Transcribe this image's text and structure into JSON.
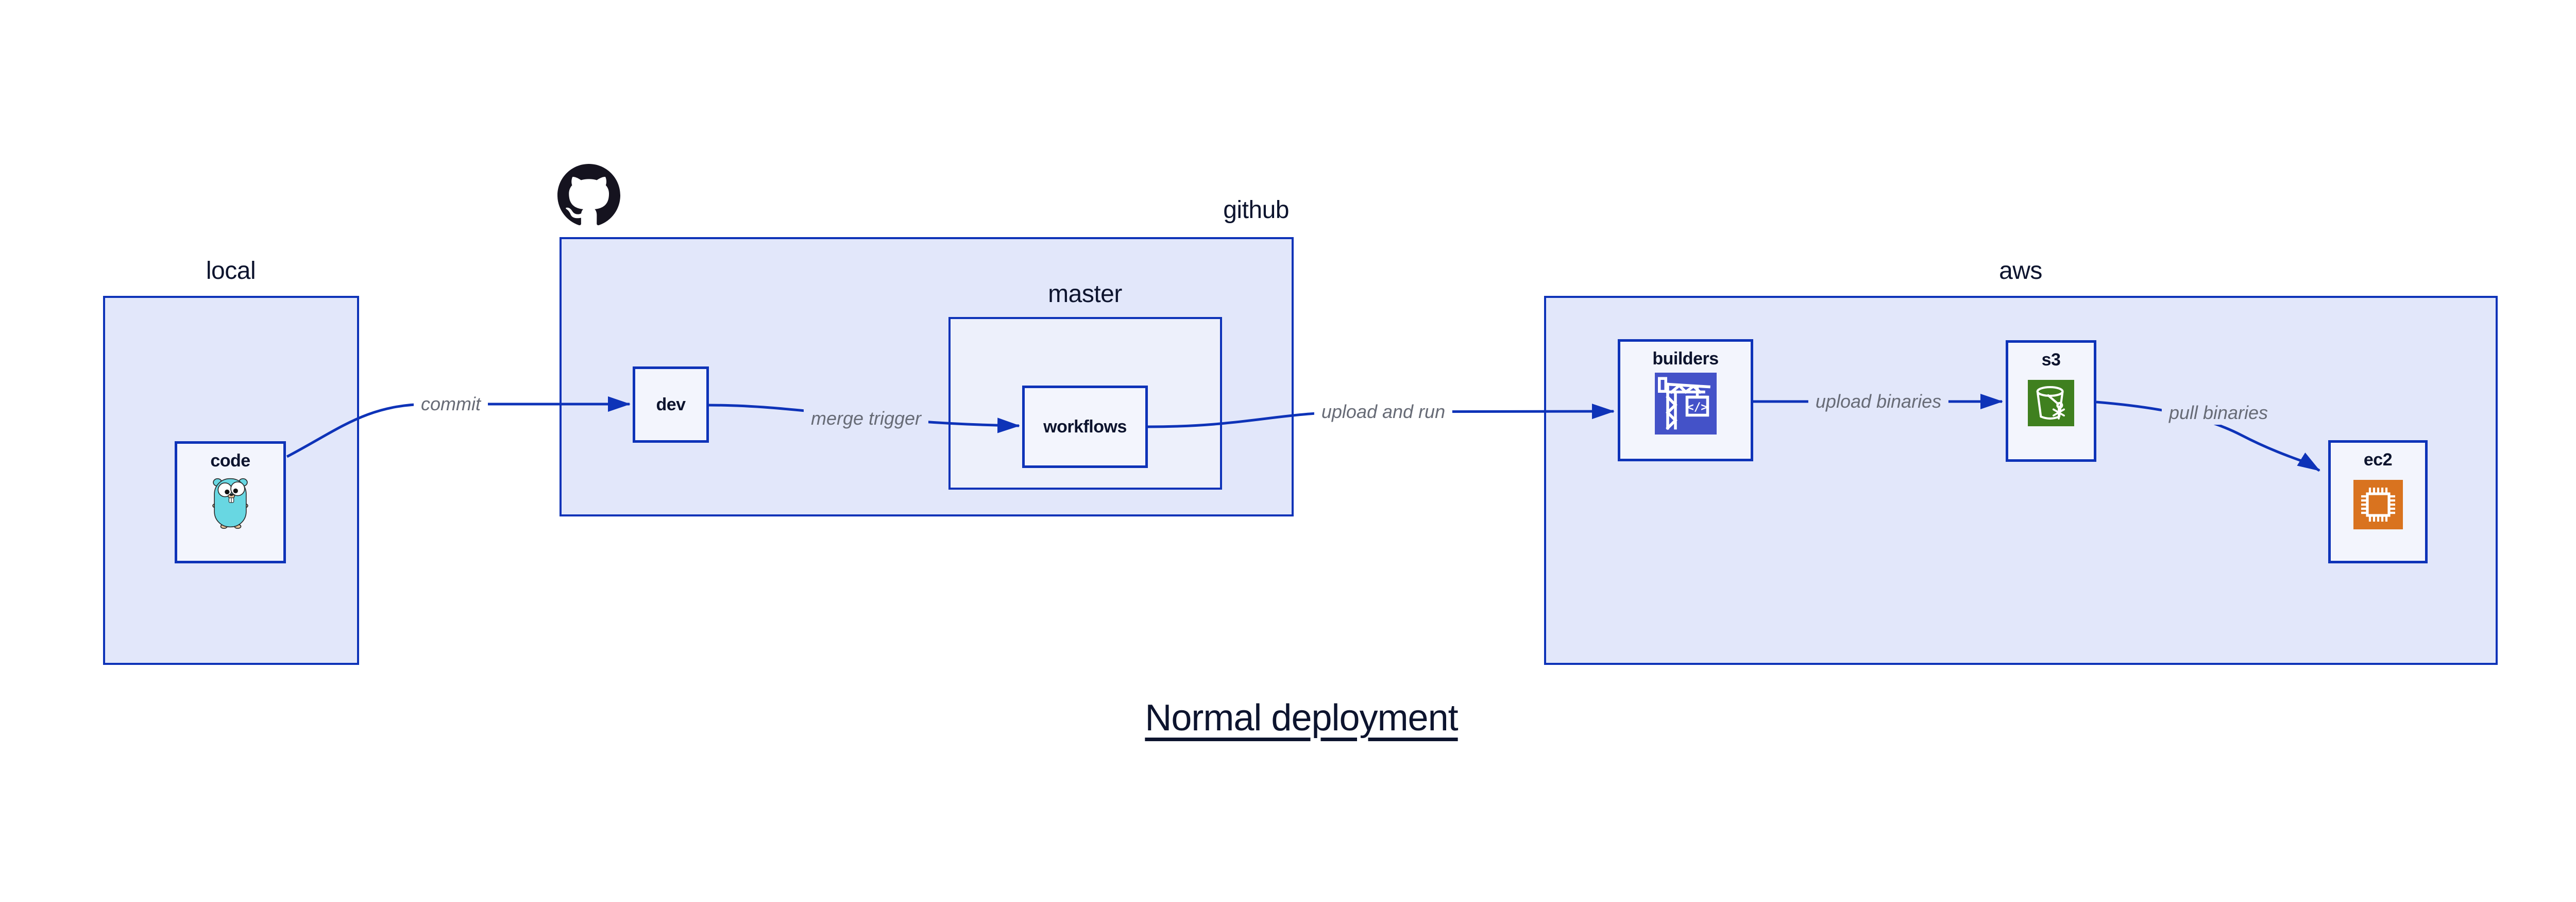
{
  "colors": {
    "canvas_bg": "#ffffff",
    "edge_blue": "#0e33b8",
    "container_fill": "#e2e7fa",
    "master_fill": "#edf0fb",
    "node_fill": "#f3f5fd",
    "label_navy": "#0d142e",
    "edge_label_gray": "#676b76",
    "github_logo_black": "#15131f",
    "gopher_cyan": "#68d7e2",
    "gopher_tan": "#e6c39b",
    "builders_icon_bg": "#4452c8",
    "s3_icon_bg": "#3f801f",
    "ec2_icon_bg": "#d9731f"
  },
  "title": {
    "text": "Normal deployment"
  },
  "containers": {
    "local": {
      "label": "local"
    },
    "github": {
      "label": "github",
      "logo_icon": "github-octocat-icon"
    },
    "master": {
      "label": "master"
    },
    "aws": {
      "label": "aws"
    }
  },
  "nodes": {
    "code": {
      "label": "code",
      "icon": "go-gopher-icon"
    },
    "dev": {
      "label": "dev"
    },
    "workflows": {
      "label": "workflows"
    },
    "builders": {
      "label": "builders",
      "icon": "codebuild-crane-icon"
    },
    "s3": {
      "label": "s3",
      "icon": "s3-bucket-snowflake-icon"
    },
    "ec2": {
      "label": "ec2",
      "icon": "ec2-chip-icon"
    }
  },
  "edges": [
    {
      "id": "commit",
      "label": "commit",
      "from": "code",
      "to": "dev"
    },
    {
      "id": "merge-trigger",
      "label": "merge trigger",
      "from": "dev",
      "to": "workflows"
    },
    {
      "id": "upload-and-run",
      "label": "upload and run",
      "from": "workflows",
      "to": "builders"
    },
    {
      "id": "upload-binaries",
      "label": "upload binaries",
      "from": "builders",
      "to": "s3"
    },
    {
      "id": "pull-binaries",
      "label": "pull binaries",
      "from": "s3",
      "to": "ec2"
    }
  ]
}
